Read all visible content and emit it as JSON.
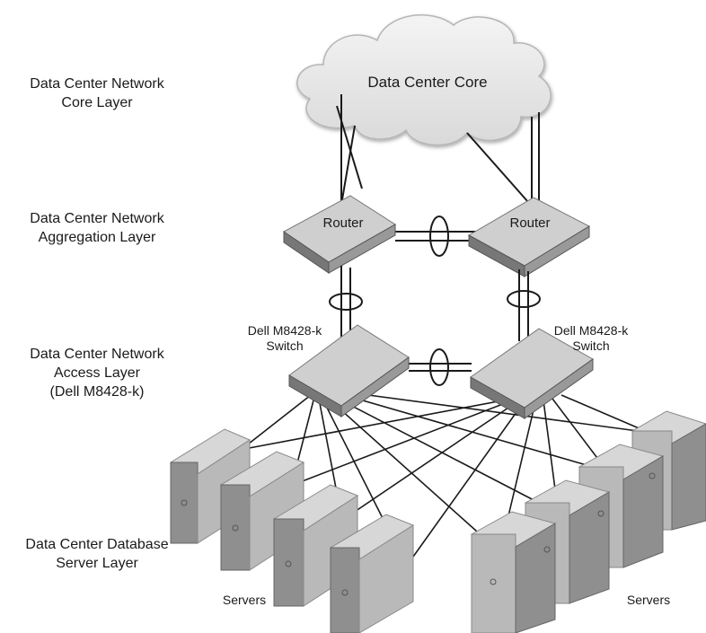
{
  "layers": {
    "core": [
      "Data Center Network",
      "Core Layer"
    ],
    "aggregation": [
      "Data Center Network",
      "Aggregation Layer"
    ],
    "access": [
      "Data Center Network",
      "Access Layer",
      "(Dell M8428-k)"
    ],
    "server": [
      "Data Center Database",
      "Server Layer"
    ]
  },
  "cloud_label": "Data Center Core",
  "routers": [
    "Router",
    "Router"
  ],
  "switches": [
    [
      "Dell M8428-k",
      "Switch"
    ],
    [
      "Dell M8428-k",
      "Switch"
    ]
  ],
  "server_groups": [
    "Servers",
    "Servers"
  ],
  "colors": {
    "cloud_fill": "#e6e6e6",
    "device_top": "#cfcfcf",
    "device_side": "#8c8c8c",
    "server_front": "#b9b9b9",
    "server_side": "#8f8f8f",
    "line": "#1a1a1a"
  }
}
